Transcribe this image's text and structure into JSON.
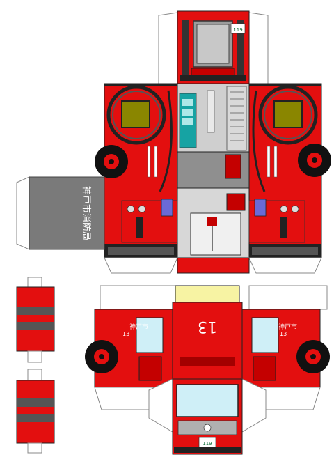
{
  "papercraft": {
    "side_label": "神戸市消防局",
    "door_label": "神戸市",
    "unit_number": "13",
    "roof_number": "13",
    "front_plate": "119",
    "rear_plate": "119",
    "colors": {
      "body_red": "#e30f0f",
      "dark_red": "#b30000",
      "gray_panel": "#7a7a7a",
      "light_gray": "#cfcfcf",
      "window_yellow": "#8a8600",
      "windshield_blue": "#cfeff7",
      "roof_yellow": "#f7f3a3",
      "teal": "#17a2a2"
    }
  }
}
